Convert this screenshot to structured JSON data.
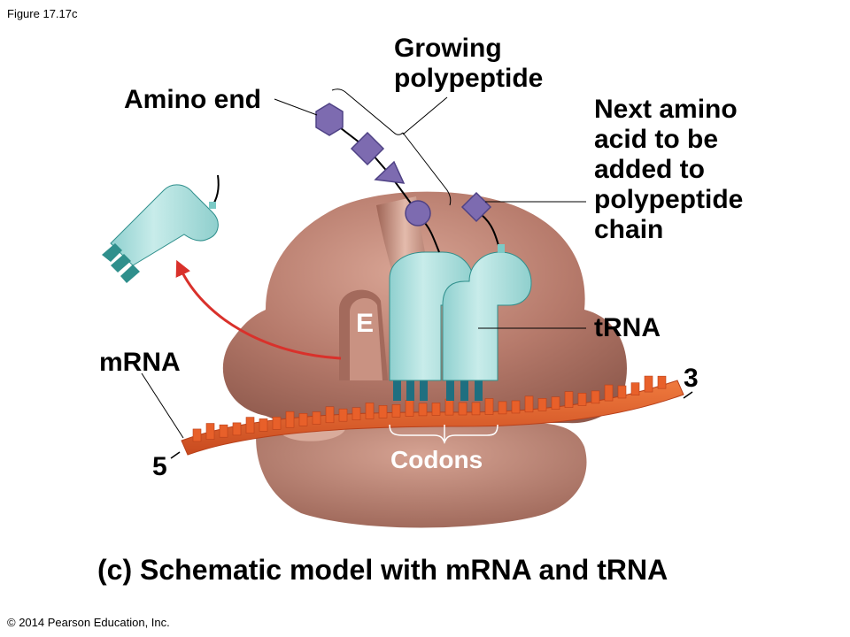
{
  "figure_number": "Figure 17.17c",
  "caption": "(c) Schematic model with mRNA and tRNA",
  "copyright": "© 2014 Pearson Education, Inc.",
  "labels": {
    "growing_polypeptide": "Growing\npolypeptide",
    "amino_end": "Amino end",
    "next_amino_acid": "Next amino\nacid to be\nadded to\npolypeptide\nchain",
    "trna": "tRNA",
    "mrna": "mRNA",
    "e_site": "E",
    "codons": "Codons",
    "three_prime": "3",
    "five_prime": "5"
  },
  "colors": {
    "ribosome": "#b5786a",
    "ribosome_light": "#d9a896",
    "ribosome_dark": "#8c5448",
    "trna": "#a9dedd",
    "trna_dark": "#2f8f8c",
    "anticodon": "#1f6f80",
    "mrna": "#e8602a",
    "mrna_dark": "#b8401a",
    "amino_acid": "#7d6bb0",
    "amino_acid_dark": "#4f4285",
    "arrow": "#d9312b"
  }
}
